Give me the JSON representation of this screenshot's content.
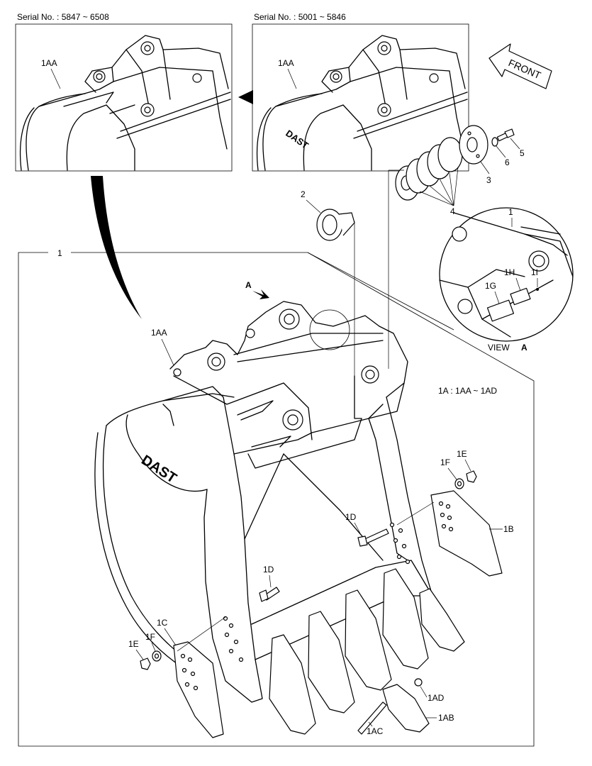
{
  "serials": {
    "left": "Serial No. : 5847 ~ 6508",
    "right": "Serial No. : 5001 ~ 5846"
  },
  "front_arrow": "FRONT",
  "view_label": {
    "view": "VIEW",
    "letter": "A"
  },
  "view_marker": "A",
  "range_note": "1A : 1AA ~ 1AD",
  "brand": "DAST",
  "labels": {
    "l1aa_left": "1AA",
    "l1aa_right": "1AA",
    "l1aa_main": "1AA",
    "l1_main": "1",
    "l1_view": "1",
    "l2": "2",
    "l3": "3",
    "l4": "4",
    "l5": "5",
    "l6": "6",
    "l1g": "1G",
    "l1h": "1H",
    "l1i": "1I",
    "l1b": "1B",
    "l1c": "1C",
    "l1d_upper": "1D",
    "l1d_lower": "1D",
    "l1e_right": "1E",
    "l1e_left": "1E",
    "l1f_right": "1F",
    "l1f_left": "1F",
    "l1ab": "1AB",
    "l1ac": "1AC",
    "l1ad": "1AD"
  }
}
